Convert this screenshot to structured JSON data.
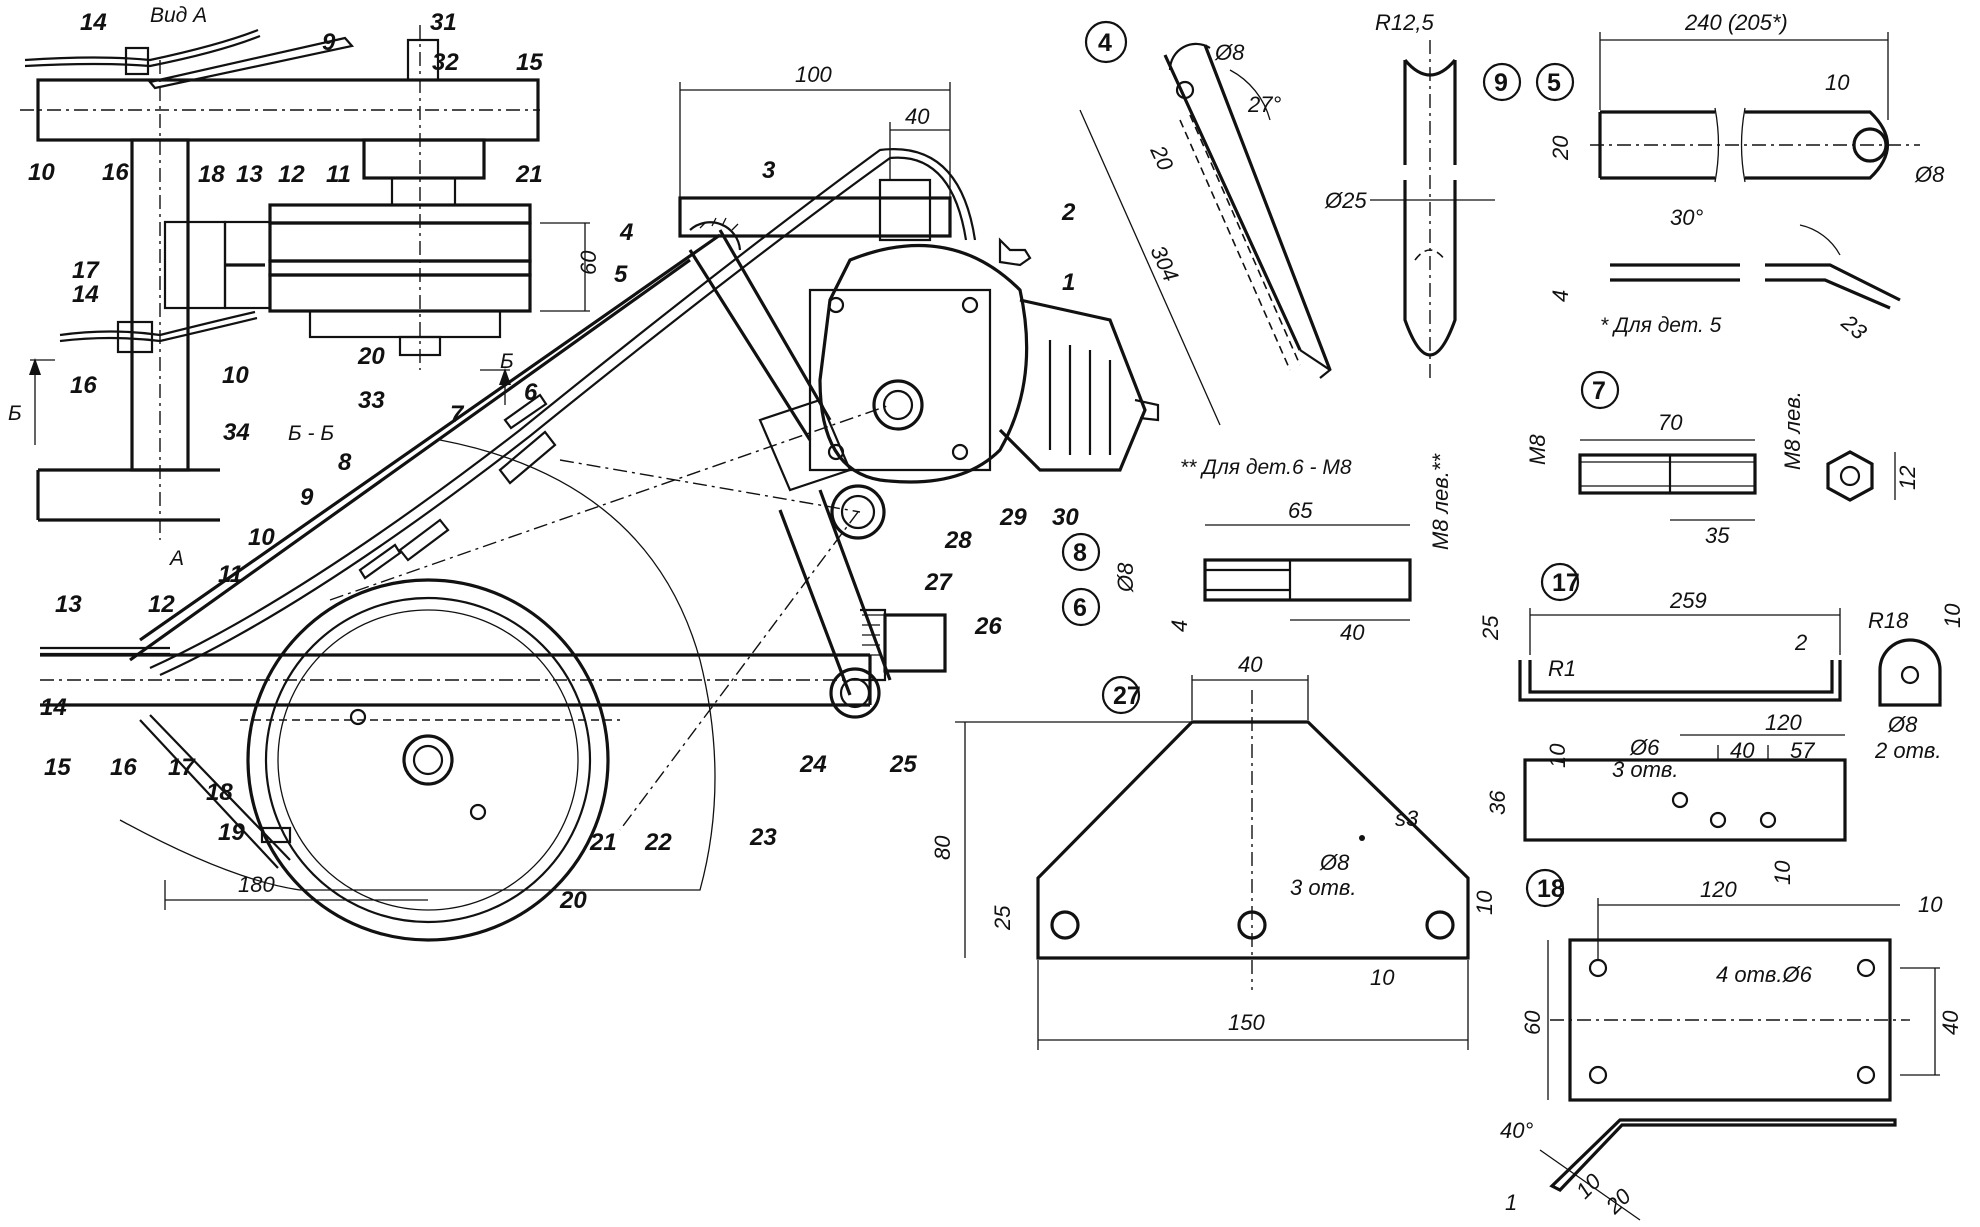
{
  "views": {
    "view_a": "Вид А",
    "section_bb": "Б - Б",
    "arrow_b": "Б",
    "arrow_a": "А"
  },
  "callouts": {
    "a14": "14",
    "a9": "9",
    "a31": "31",
    "a32": "32",
    "a15": "15",
    "a10": "10",
    "a16": "16",
    "a18": "18",
    "a13": "13",
    "a12": "12",
    "a11": "11",
    "a21": "21",
    "a17": "17",
    "a14b": "14",
    "a16b": "16",
    "a10b": "10",
    "a20": "20",
    "a33": "33",
    "a34": "34",
    "m3": "3",
    "m4": "4",
    "m5": "5",
    "m2": "2",
    "m1": "1",
    "m6": "6",
    "m7": "7",
    "m8": "8",
    "m9": "9",
    "m10": "10",
    "m11": "11",
    "m28": "28",
    "m29": "29",
    "m30": "30",
    "m27": "27",
    "m26": "26",
    "m13": "13",
    "m12": "12",
    "m14": "14",
    "m15": "15",
    "m16": "16",
    "m17": "17",
    "m18": "18",
    "m19": "19",
    "m24": "24",
    "m25": "25",
    "m21": "21",
    "m22": "22",
    "m23": "23",
    "m20": "20"
  },
  "main_dims": {
    "d100": "100",
    "d40": "40",
    "d60": "60",
    "d180": "180"
  },
  "part4": {
    "id": "4",
    "hole": "Ø8",
    "angle": "27°",
    "width": "20",
    "length": "304"
  },
  "part9_top": {
    "radius": "R12,5",
    "dia": "Ø25"
  },
  "part9_5": {
    "id9": "9",
    "id5": "5",
    "length": "240 (205*)",
    "d10": "10",
    "d20": "20",
    "hole": "Ø8",
    "angle": "30°",
    "thick": "4",
    "end": "23",
    "footnote": "* Для дет. 5"
  },
  "part7": {
    "id": "7",
    "thread_l": "M8",
    "length": "70",
    "thread_r": "M8 лев.",
    "inner": "35",
    "hex": "12"
  },
  "part8_6": {
    "note": "** Для дет.6 - M8",
    "id8": "8",
    "id6": "6",
    "length": "65",
    "thread": "M8 лев.**",
    "dia": "Ø8",
    "d4": "4",
    "d40": "40"
  },
  "part17": {
    "id": "17",
    "length": "259",
    "d25": "25",
    "r1": "R1",
    "d2": "2",
    "r18": "R18",
    "d10": "10",
    "holes": "Ø8",
    "holes_count": "2 отв.",
    "d120": "120",
    "d10b": "10",
    "dia6": "Ø6",
    "dia6_count": "3 отв.",
    "d40": "40",
    "d57": "57",
    "d36": "36",
    "d10c": "10"
  },
  "part27": {
    "id": "27",
    "top": "40",
    "thickness": "s3",
    "height": "80",
    "d25": "25",
    "holes": "Ø8",
    "holes_count": "3 отв.",
    "d10": "10",
    "d10b": "10",
    "width": "150"
  },
  "part18": {
    "id": "18",
    "d120": "120",
    "d10": "10",
    "holes": "4 отв.Ø6",
    "d60": "60",
    "d40": "40",
    "angle": "40°",
    "t1": "1",
    "b10": "10",
    "b20": "20"
  }
}
